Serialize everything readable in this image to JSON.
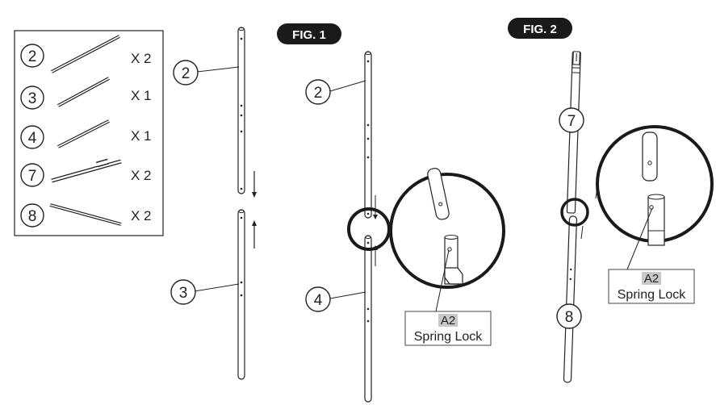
{
  "parts_list": [
    {
      "number": "2",
      "quantity": "X 2"
    },
    {
      "number": "3",
      "quantity": "X 1"
    },
    {
      "number": "4",
      "quantity": "X 1"
    },
    {
      "number": "7",
      "quantity": "X 2"
    },
    {
      "number": "8",
      "quantity": "X 2"
    }
  ],
  "pre_assembly": {
    "upper_part": "2",
    "lower_part": "3"
  },
  "fig1": {
    "title": "FIG. 1",
    "upper_part": "2",
    "lower_part": "4",
    "callout_code": "A2",
    "callout_label": "Spring Lock"
  },
  "fig2": {
    "title": "FIG. 2",
    "upper_part": "7",
    "lower_part": "8",
    "callout_code": "A2",
    "callout_label": "Spring Lock"
  },
  "colors": {
    "ink": "#222222",
    "badge_fill": "#1a1a1a",
    "badge_text": "#ffffff",
    "code_highlight": "#c8c8c8"
  }
}
